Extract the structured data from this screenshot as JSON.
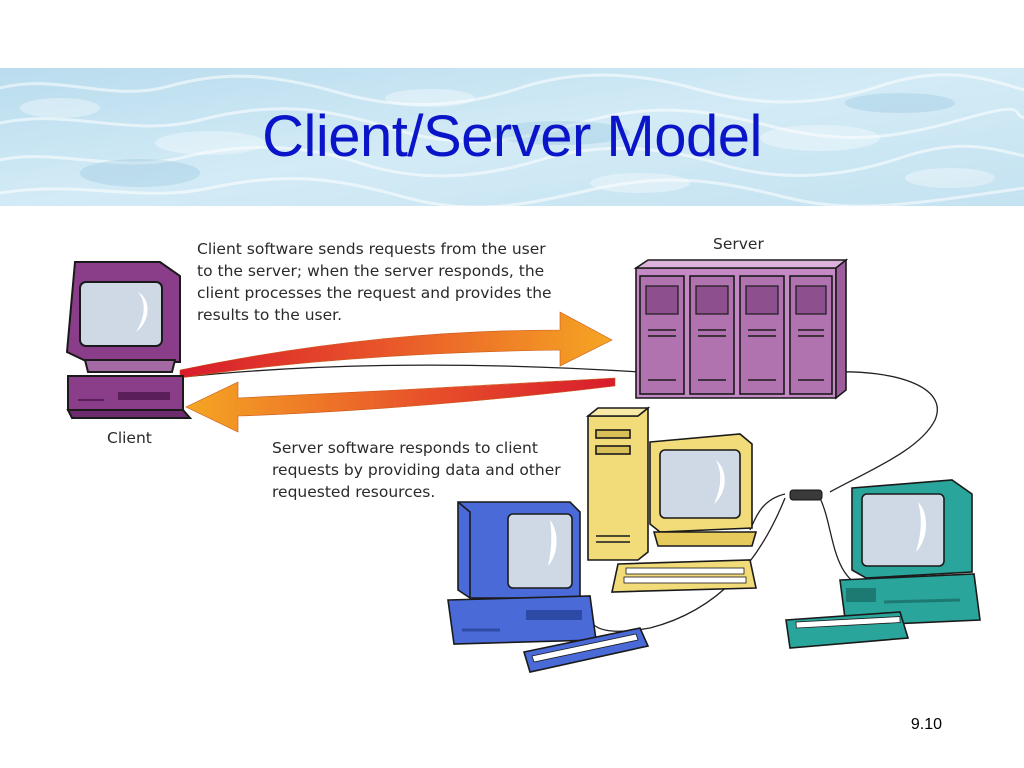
{
  "slide": {
    "title": "Client/Server Model",
    "page_number": "9.10"
  },
  "diagram": {
    "client_label": "Client",
    "server_label": "Server",
    "request_text": "Client software sends requests from the user\nto the server; when the server responds, the\nclient processes the request and provides the\nresults to the user.",
    "response_text": "Server software responds to client\nrequests by providing data and other\nrequested resources."
  },
  "colors": {
    "title": "#0a14c8",
    "client_computer": "#8a3e8a",
    "server_cabinet": "#c58ac5",
    "arrow_red": "#d81c2c",
    "arrow_orange": "#f5a623",
    "workstation_blue": "#4a6ad8",
    "workstation_yellow": "#f2dc7a",
    "workstation_teal": "#2aa59c"
  },
  "icons": [
    "client-computer-icon",
    "server-rack-icon",
    "workstation-icon",
    "network-hub-icon"
  ]
}
